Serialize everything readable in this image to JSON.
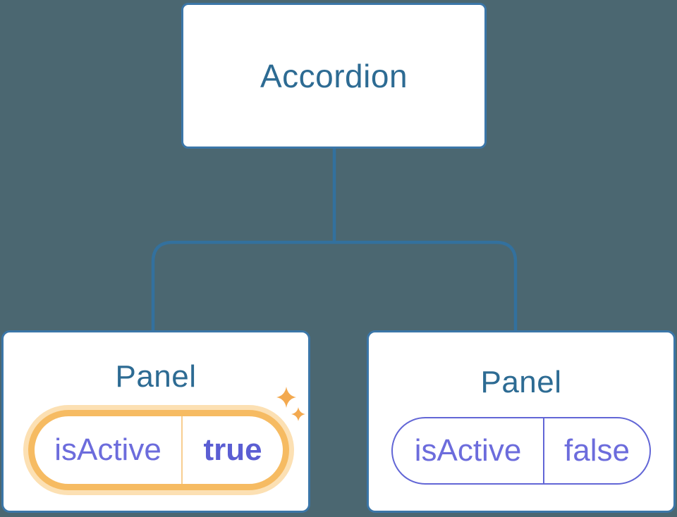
{
  "diagram": {
    "description": "Component tree: Accordion parent with two Panel children holding isActive state",
    "root": {
      "label": "Accordion"
    },
    "panels": [
      {
        "title": "Panel",
        "state_key": "isActive",
        "state_value": "true",
        "highlighted": true
      },
      {
        "title": "Panel",
        "state_key": "isActive",
        "state_value": "false",
        "highlighted": false
      }
    ],
    "colors": {
      "background": "#4B6771",
      "connector_blue": "#33719E",
      "node_border_blue": "#3B76A8",
      "node_text_blue": "#2D6B93",
      "state_purple": "#6C6CDC",
      "state_purple_bold": "#5B5ED3",
      "state_border_purple": "#6266D6",
      "highlight_ring_orange": "#F6BB62",
      "highlight_halo": "#FCE0B3",
      "highlight_divider": "#F8CE90",
      "sparkle_orange": "#F3A94F"
    }
  }
}
